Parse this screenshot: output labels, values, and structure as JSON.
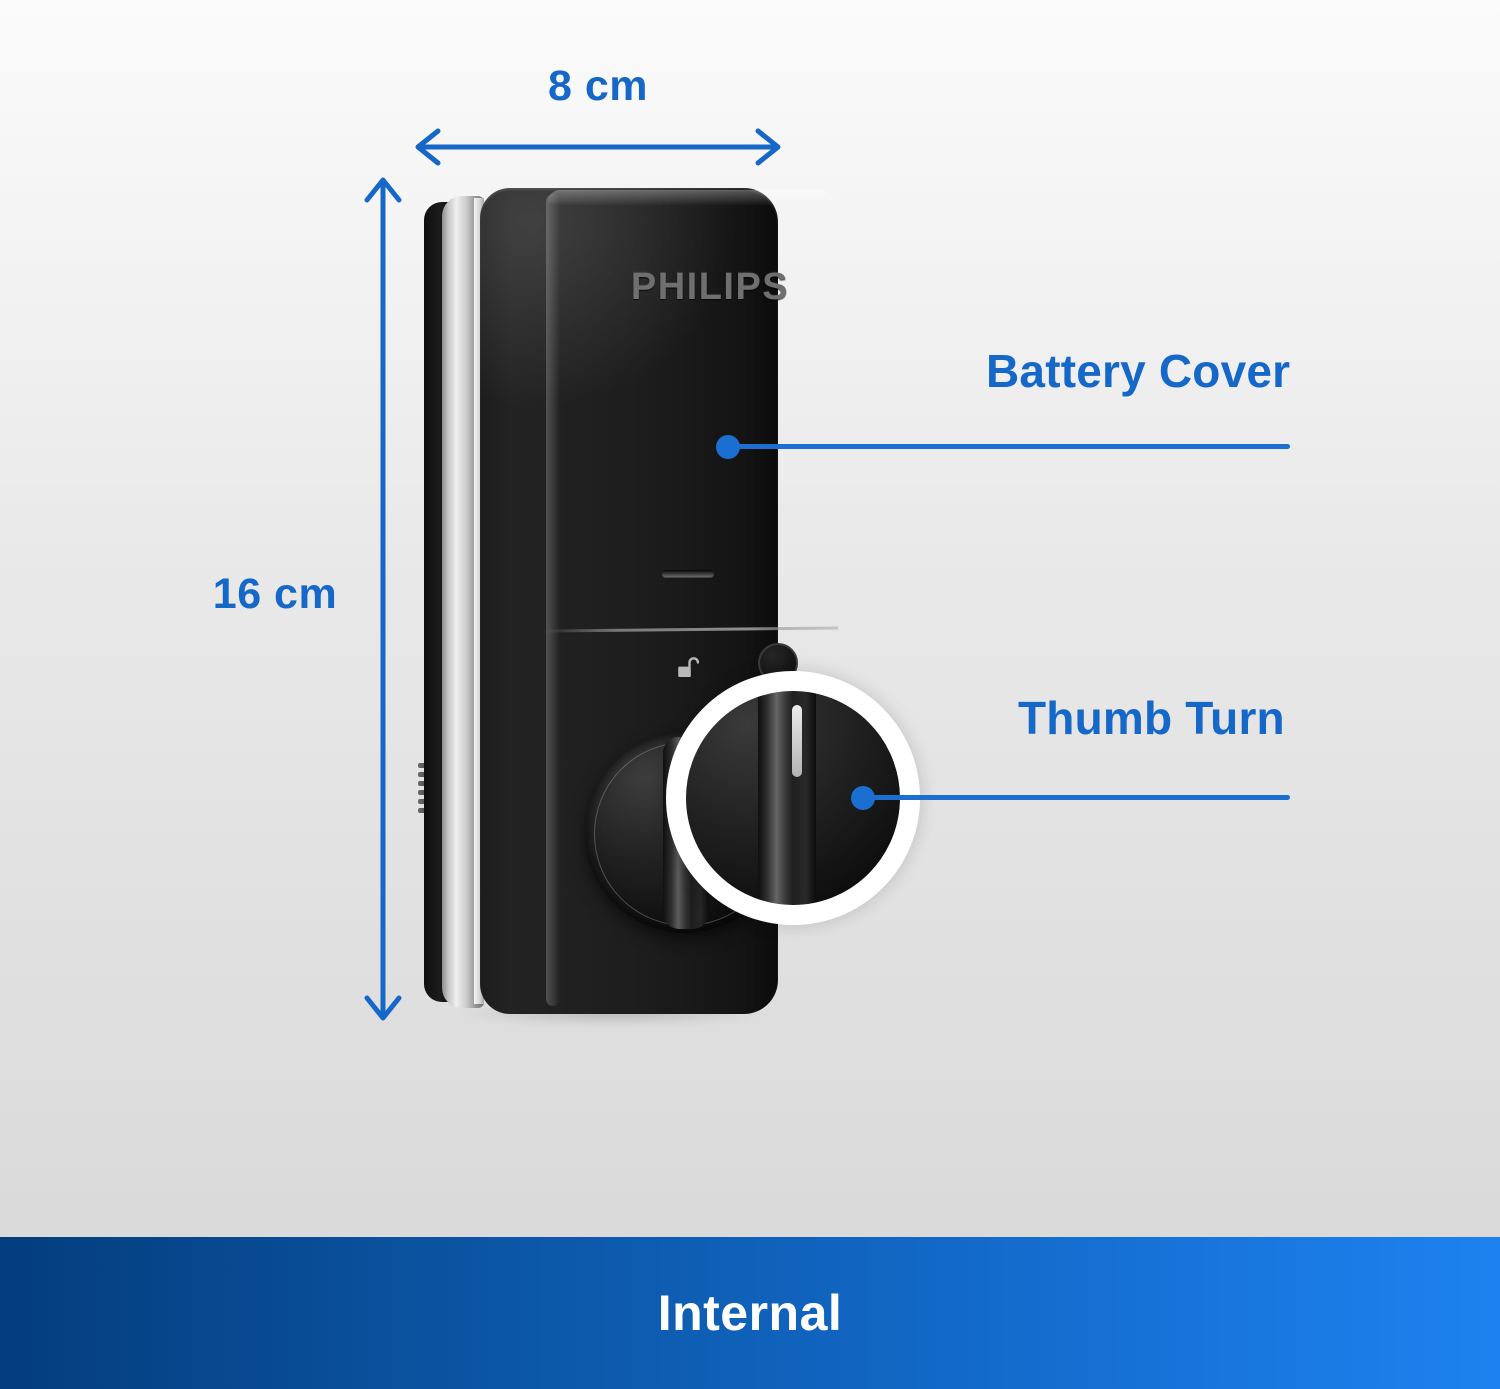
{
  "dimensions": {
    "width_label": "8 cm",
    "height_label": "16 cm",
    "accent_color": "#1668c8"
  },
  "callouts": [
    {
      "id": "battery-cover",
      "label": "Battery Cover",
      "line_color": "#1a6fd0"
    },
    {
      "id": "thumb-turn",
      "label": "Thumb Turn",
      "line_color": "#1a6fd0"
    }
  ],
  "device": {
    "brand": "PHILIPS",
    "brand_color": "#6f6f6f",
    "body_color": "#1c1c1c",
    "trim_color": "#c9c9c9",
    "icons": {
      "padlock": "unlock-icon",
      "indicator": "indicator-button-icon"
    }
  },
  "footer": {
    "title": "Internal",
    "gradient_start": "#043d7d",
    "gradient_end": "#1d82ef",
    "text_color": "#ffffff"
  }
}
